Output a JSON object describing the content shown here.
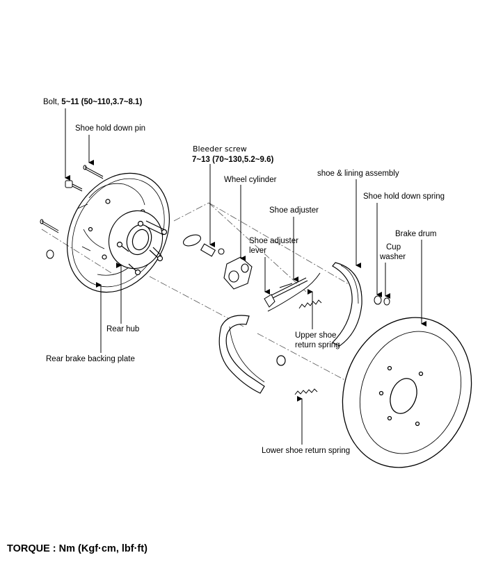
{
  "labels": {
    "bolt_name": "Bolt, ",
    "bolt_torque": "5~11 (50~110,3.7~8.1)",
    "shoe_hold_down_pin": "Shoe hold down pin",
    "bleeder_screw": "Bleeder screw",
    "bleeder_torque": "7~13 (70~130,5.2~9.6)",
    "wheel_cylinder": "Wheel cylinder",
    "shoe_lining_assembly": "shoe &  lining assembly",
    "shoe_adjuster": "Shoe adjuster",
    "shoe_hold_down_spring": "Shoe hold down spring",
    "shoe_adjuster_lever_1": "Shoe adjuster",
    "shoe_adjuster_lever_2": "lever",
    "brake_drum": "Brake drum",
    "cup_washer_1": "Cup",
    "cup_washer_2": "washer",
    "rear_hub": "Rear hub",
    "rear_brake_backing_plate": "Rear brake backing plate",
    "upper_shoe_return_spring_1": "Upper shoe",
    "upper_shoe_return_spring_2": "return spring",
    "lower_shoe_return_spring": "Lower shoe return spring"
  },
  "footer": {
    "torque_units": "TORQUE : Nm (Kgf·cm, lbf·ft)"
  }
}
